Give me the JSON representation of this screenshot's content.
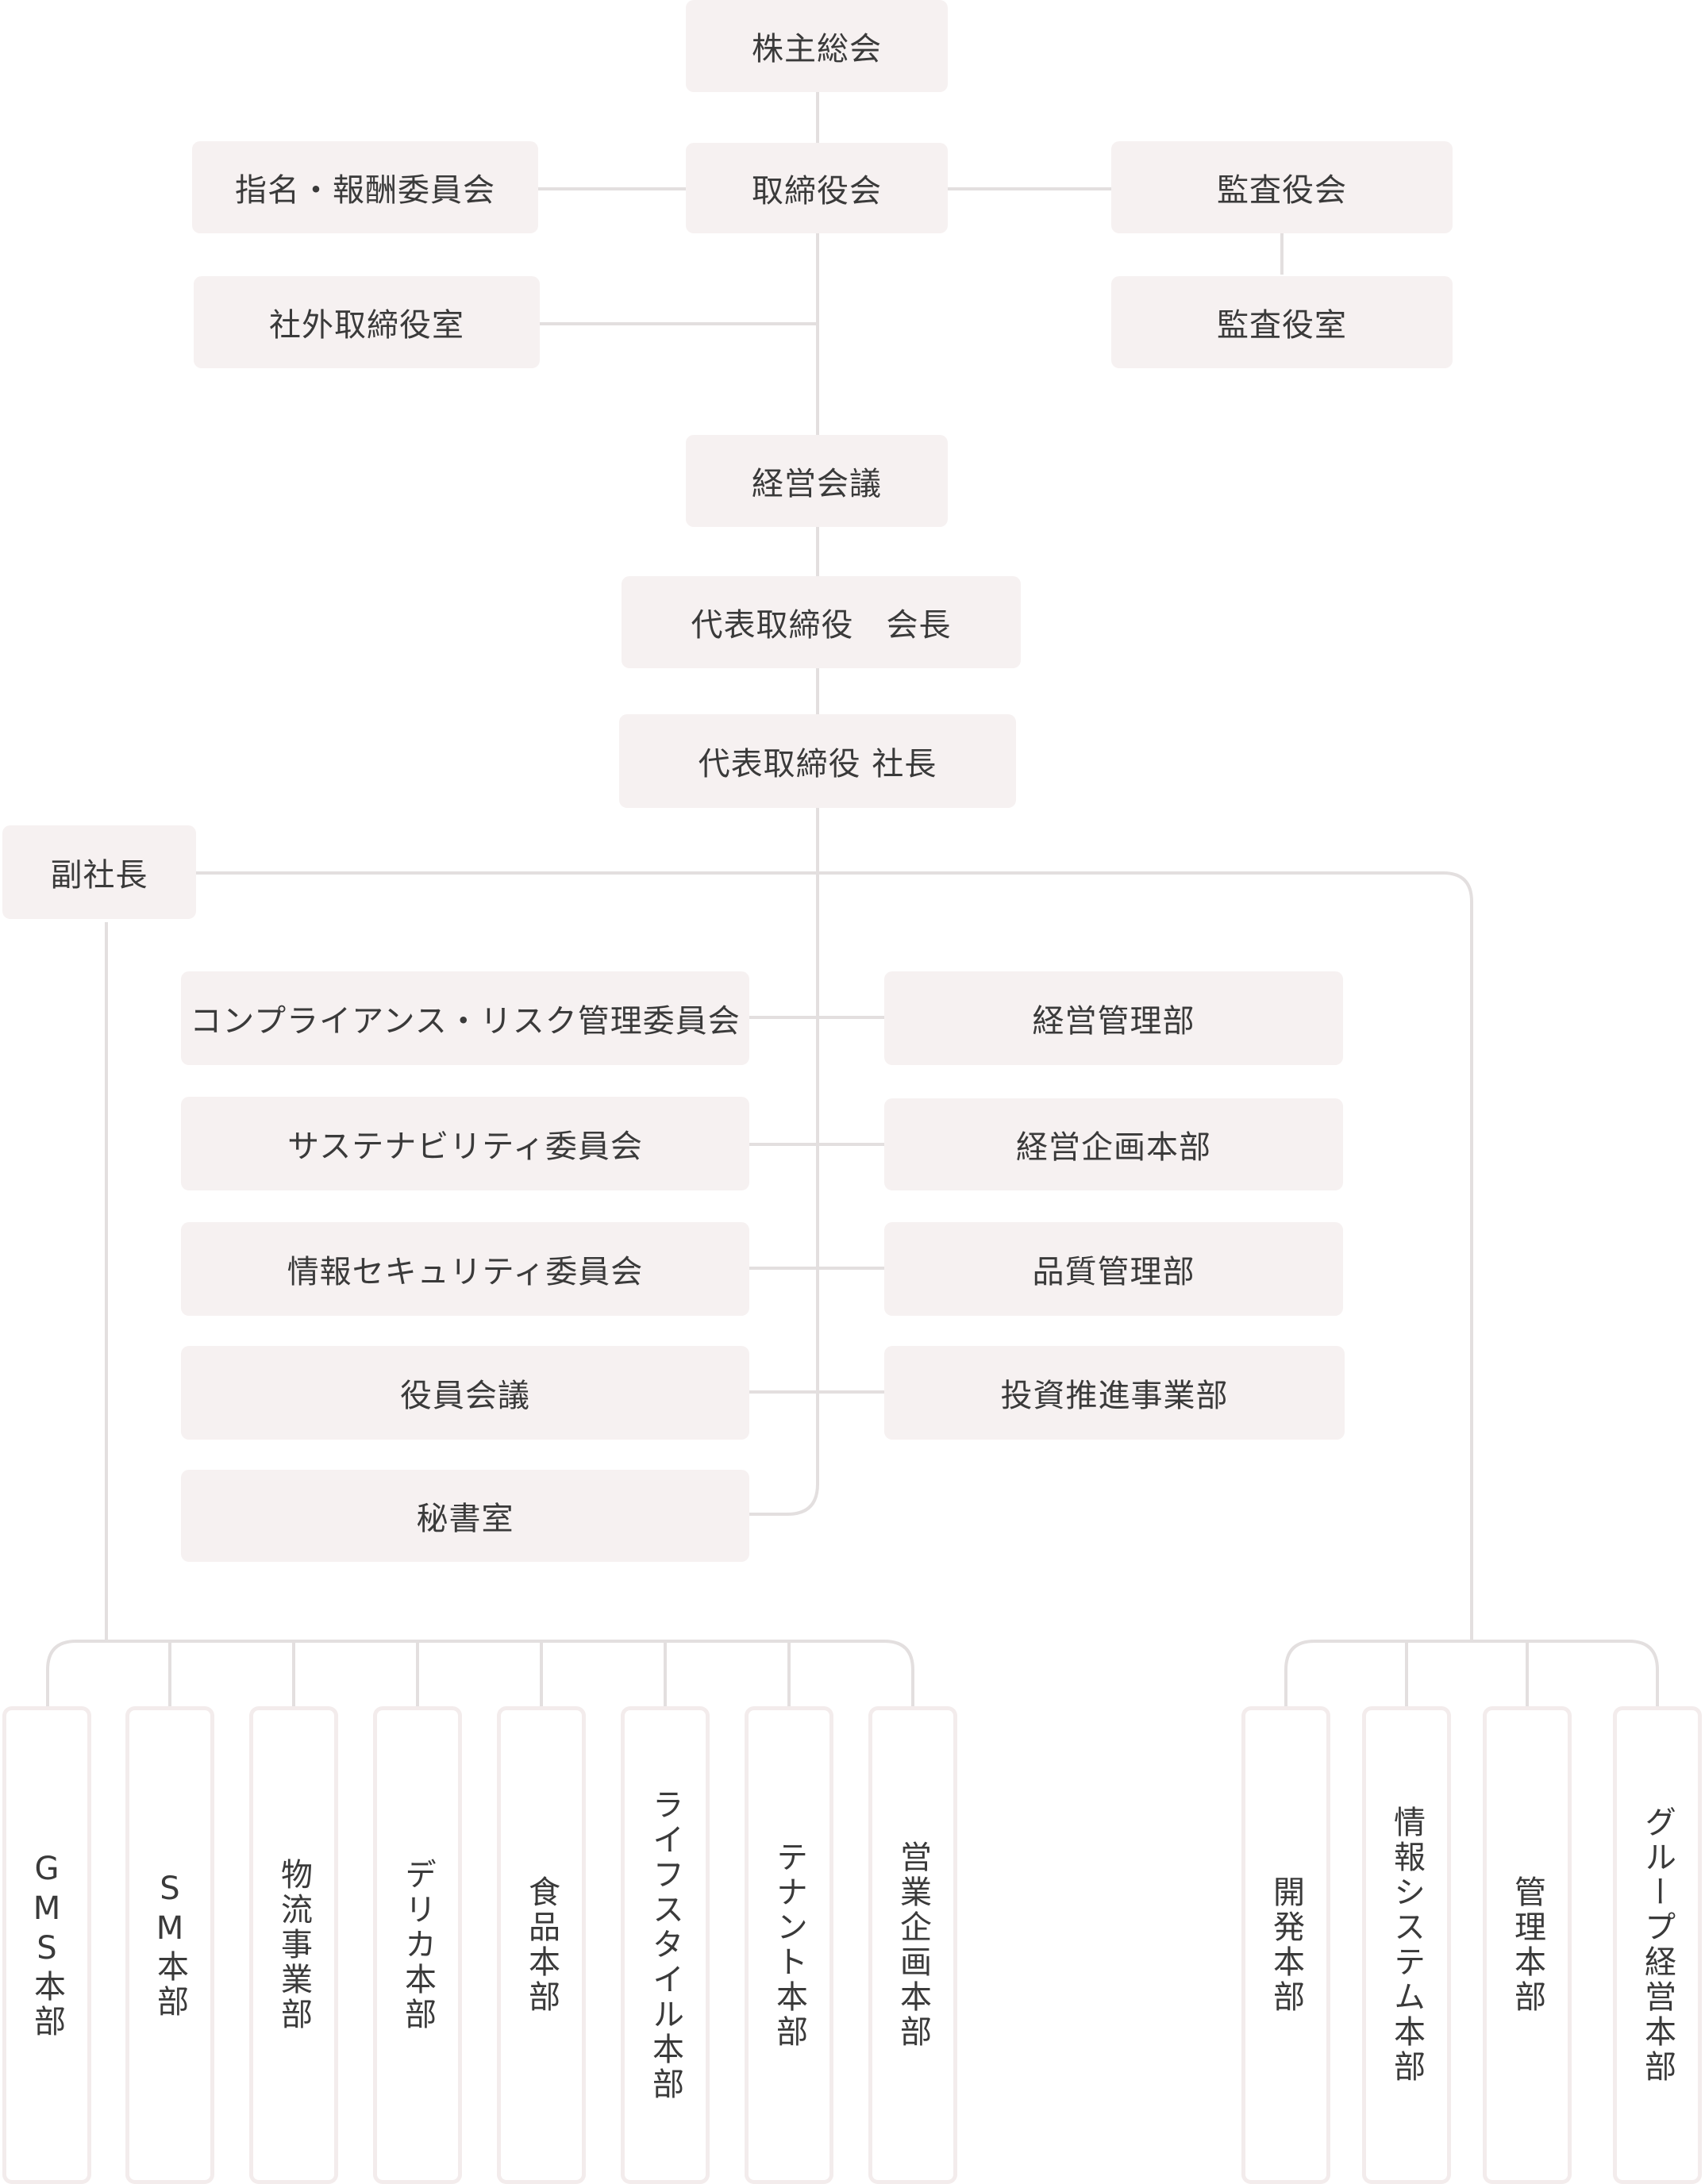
{
  "top": {
    "shareholders": "株主総会",
    "board": "取締役会",
    "nomination": "指名・報酬委員会",
    "outside_directors": "社外取締役室",
    "auditors": "監査役会",
    "auditors_office": "監査役室",
    "management_meeting": "経営会議",
    "chairman": "代表取締役　会長",
    "president": "代表取締役 社長",
    "vice_president": "副社長"
  },
  "committees": [
    "コンプライアンス・リスク管理委員会",
    "サステナビリティ委員会",
    "情報セキュリティ委員会",
    "役員会議",
    "秘書室"
  ],
  "departments": [
    "経営管理部",
    "経営企画本部",
    "品質管理部",
    "投資推進事業部"
  ],
  "left_divisions": [
    "GMS本部",
    "SM本部",
    "物流事業部",
    "デリカ本部",
    "食品本部",
    "ライフスタイル本部",
    "テナント本部",
    "営業企画本部"
  ],
  "right_divisions": [
    "開発本部",
    "情報システム本部",
    "管理本部",
    "グループ経営本部"
  ],
  "colors": {
    "box": "#f6f1f1",
    "line": "#e3dfdf",
    "text": "#3a3a3a"
  }
}
